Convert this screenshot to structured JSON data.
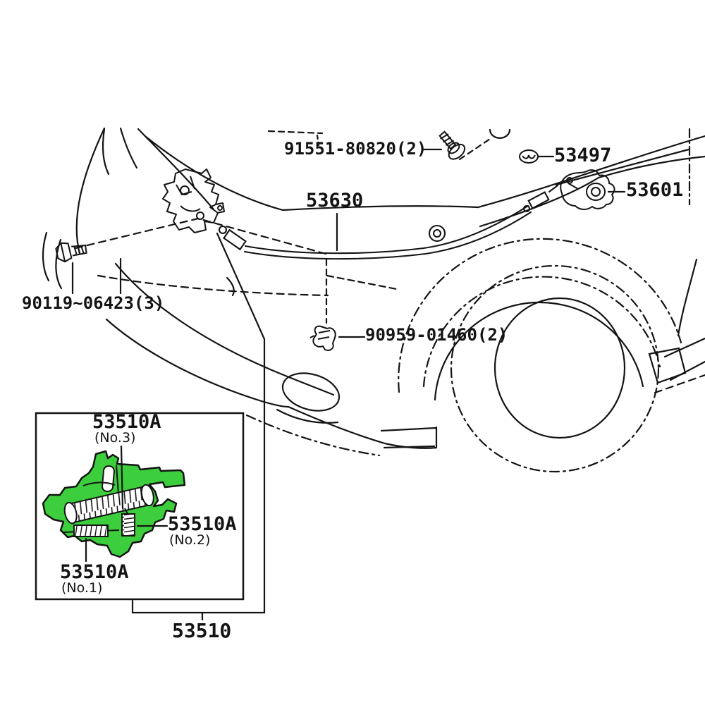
{
  "diagram": {
    "type": "auto-parts-catalog-line-drawing",
    "subject": "hood lock, hood release cable and lever - front of vehicle",
    "labels": {
      "bolt_hood": "91551-80820(2)",
      "grommet": "53497",
      "release_lever": "53601",
      "release_cable": "53630",
      "bolt_lock": "90119~06423(3)",
      "clip": "90959-01460(2)",
      "spring_no3": {
        "part": "53510A",
        "note": "(No.3)"
      },
      "spring_no2": {
        "part": "53510A",
        "note": "(No.2)"
      },
      "spring_no1": {
        "part": "53510A",
        "note": "(No.1)"
      },
      "lock_assembly": "53510"
    },
    "icons": {
      "bolt_hood": "bolt-icon",
      "bolt_lock": "bolt-icon",
      "grommet": "grommet-icon",
      "clip": "clip-icon",
      "latch": "hood-latch-icon",
      "lever": "release-handle-icon",
      "springs": "spring-icon"
    },
    "colors": {
      "highlight_green": "#3CCE3C",
      "line": "#141414",
      "background": "#ffffff"
    }
  }
}
